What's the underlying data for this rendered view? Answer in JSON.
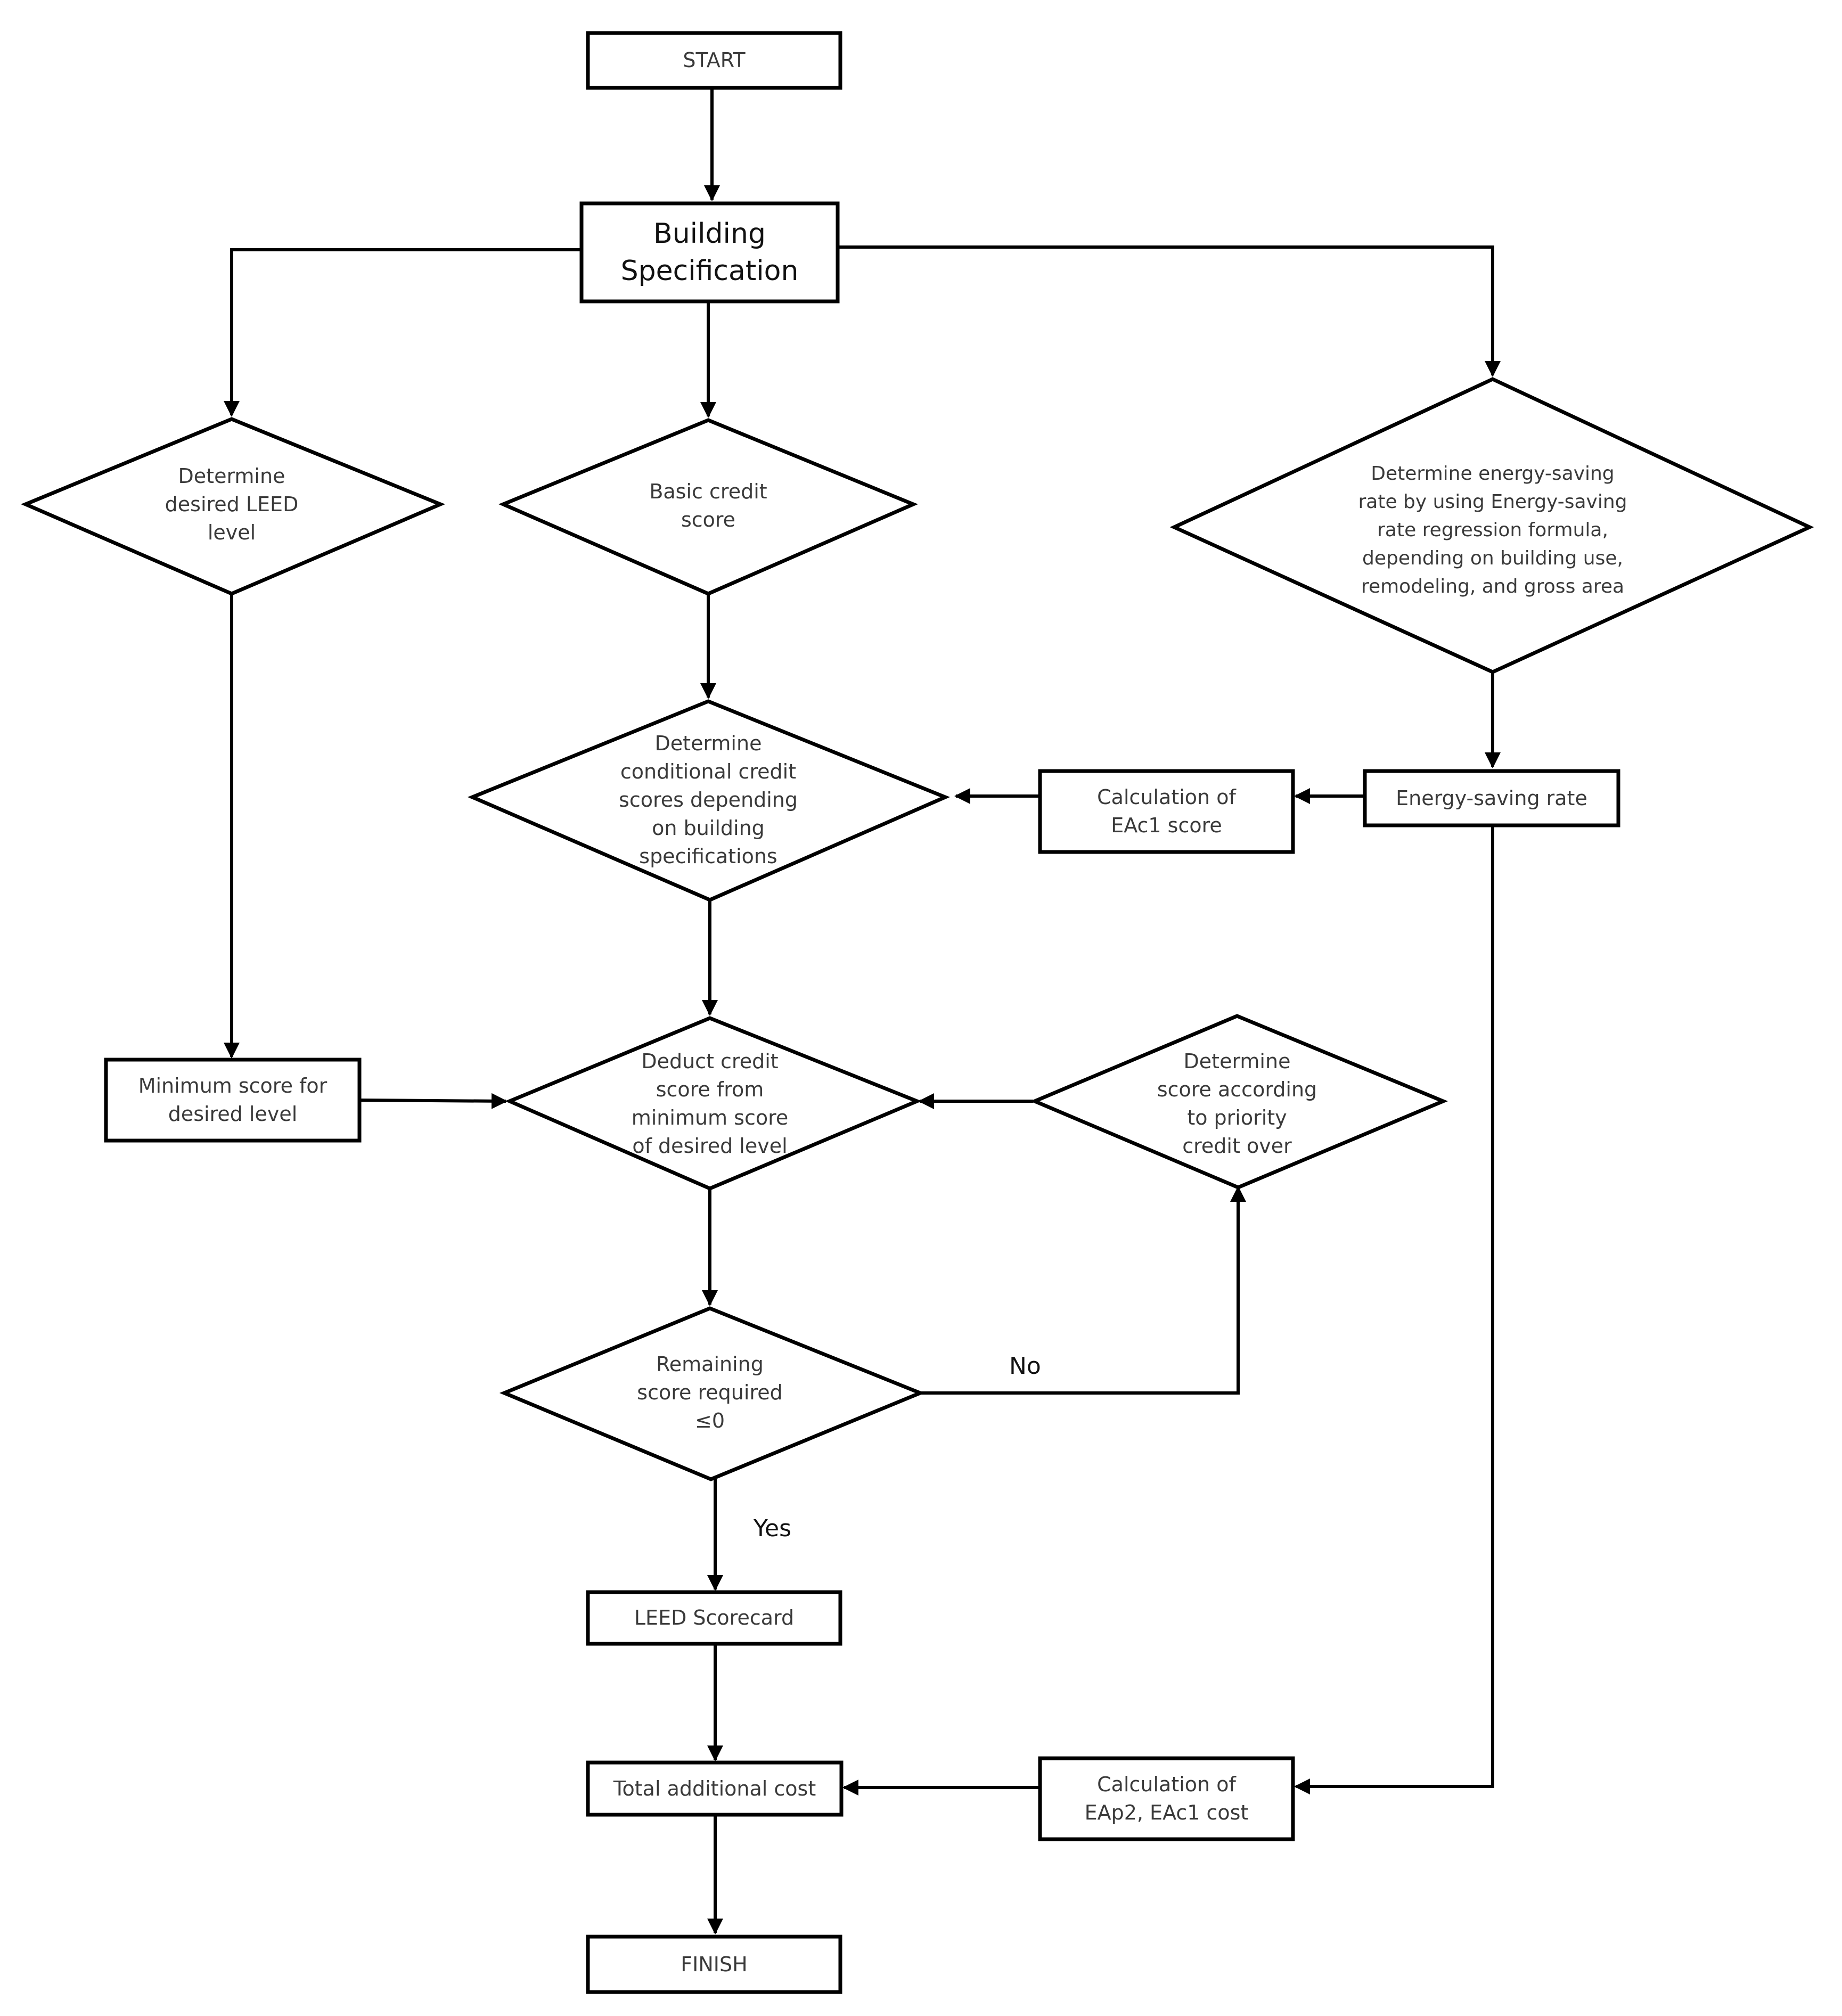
{
  "nodes": {
    "start": "START",
    "building_spec": "Building\nSpecification",
    "desired_leed": "Determine\ndesired LEED\nlevel",
    "basic_credit": "Basic credit\nscore",
    "energy_rate_formula": "Determine energy-saving\nrate by using Energy-saving\nrate regression formula,\ndepending on building use,\nremodeling, and gross area",
    "conditional_credit": "Determine\nconditional credit\nscores depending\non building\nspecifications",
    "eac1_score": "Calculation of\nEAc1 score",
    "energy_saving_rate": "Energy-saving rate",
    "min_score": "Minimum score for\ndesired level",
    "deduct_credit": "Deduct credit\nscore from\nminimum score\nof desired level",
    "priority_credit": "Determine\nscore according\nto priority\ncredit over",
    "remaining": "Remaining\nscore required\n≤0",
    "scorecard": "LEED Scorecard",
    "total_cost": "Total additional cost",
    "eap2_cost": "Calculation of\nEAp2, EAc1 cost",
    "finish": "FINISH"
  },
  "edge_labels": {
    "no": "No",
    "yes": "Yes"
  }
}
